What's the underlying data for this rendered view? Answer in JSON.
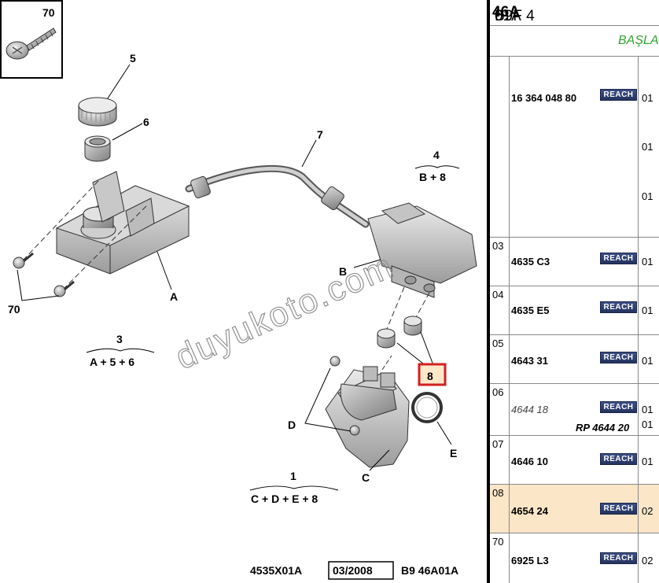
{
  "diagram": {
    "callouts": {
      "c70_top": "70",
      "c5": "5",
      "c6": "6",
      "c7": "7",
      "c4": "4",
      "c4_formula": "B + 8",
      "cA": "A",
      "cB": "B",
      "c70_bottom": "70",
      "c3": "3",
      "c3_formula": "A + 5 + 6",
      "c8": "8",
      "cD": "D",
      "cE": "E",
      "cC": "C",
      "c1": "1",
      "c1_formula": "C + D + E + 8"
    },
    "watermark": "duyukoto.com",
    "footer": {
      "ref": "4535X01A",
      "date": "03/2008",
      "code": "B9 46A01A"
    },
    "highlight_color": "#d42020"
  },
  "panel": {
    "header_pre": "B9F 4 ",
    "header_bold": "46A",
    "header_post": " 01A",
    "subheader": "BAŞLA",
    "reach_label": "REACH",
    "rows": [
      {
        "index": "",
        "part": "16 364 048 80",
        "qty": [
          "01",
          "01",
          "01"
        ]
      },
      {
        "index": "03",
        "part": "4635 C3",
        "qty": [
          "01"
        ]
      },
      {
        "index": "04",
        "part": "4635 E5",
        "qty": [
          "01"
        ]
      },
      {
        "index": "05",
        "part": "4643 31",
        "qty": [
          "01"
        ]
      },
      {
        "index": "06",
        "part": "4644 18",
        "qty": [
          "01",
          "01"
        ],
        "replacement": "RP 4644 20"
      },
      {
        "index": "07",
        "part": "4646 10",
        "qty": [
          "01"
        ]
      },
      {
        "index": "08",
        "part": "4654 24",
        "qty": [
          "02"
        ]
      },
      {
        "index": "70",
        "part": "6925 L3",
        "qty": [
          "02"
        ]
      }
    ],
    "highlight_row_color": "#fbe6c8"
  }
}
